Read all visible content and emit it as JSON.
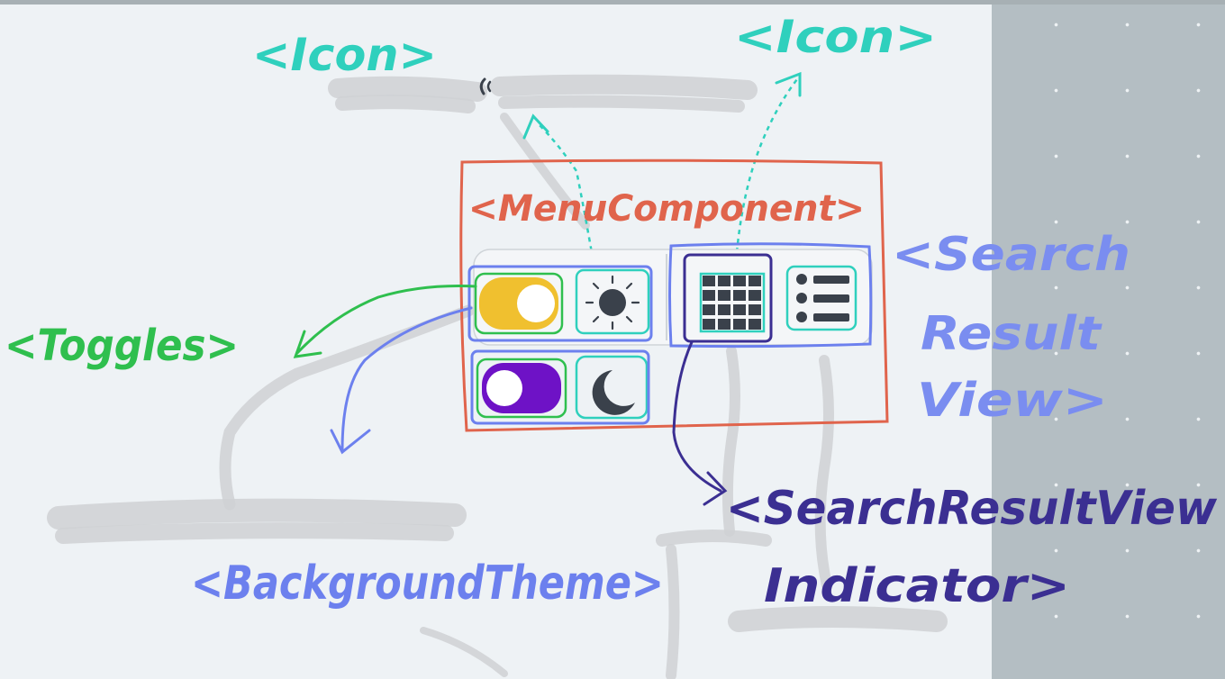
{
  "labels": {
    "icon_left": "<Icon>",
    "icon_right": "<Icon>",
    "menu_component": "<MenuComponent>",
    "toggles": "<Toggles>",
    "background_theme": "<BackgroundTheme>",
    "search_result_view_1": "<Search",
    "search_result_view_2": "Result",
    "search_result_view_3": "View>",
    "indicator_1": "<SearchResultView",
    "indicator_2": "Indicator>"
  },
  "colors": {
    "canvas": "#eef2f5",
    "dot_panel": "#b4bec3",
    "icon_annotation": "#2fd0bd",
    "menu_component": "#e0644c",
    "toggles": "#2fbf4e",
    "background_theme": "#6c80ee",
    "search_result_view": "#7a8df0",
    "indicator": "#3b2f92",
    "toggle_light": "#f0c02f",
    "toggle_dark": "#6e12c6",
    "icon_dark": "#3a414b"
  },
  "ui_sketch": {
    "light_toggle": {
      "state": "on",
      "icon": "sun-icon"
    },
    "dark_toggle": {
      "state": "on",
      "icon": "moon-icon"
    },
    "grid_view": {
      "icon": "grid-view-icon",
      "selected": true
    },
    "list_view": {
      "icon": "list-view-icon",
      "selected": false
    }
  }
}
